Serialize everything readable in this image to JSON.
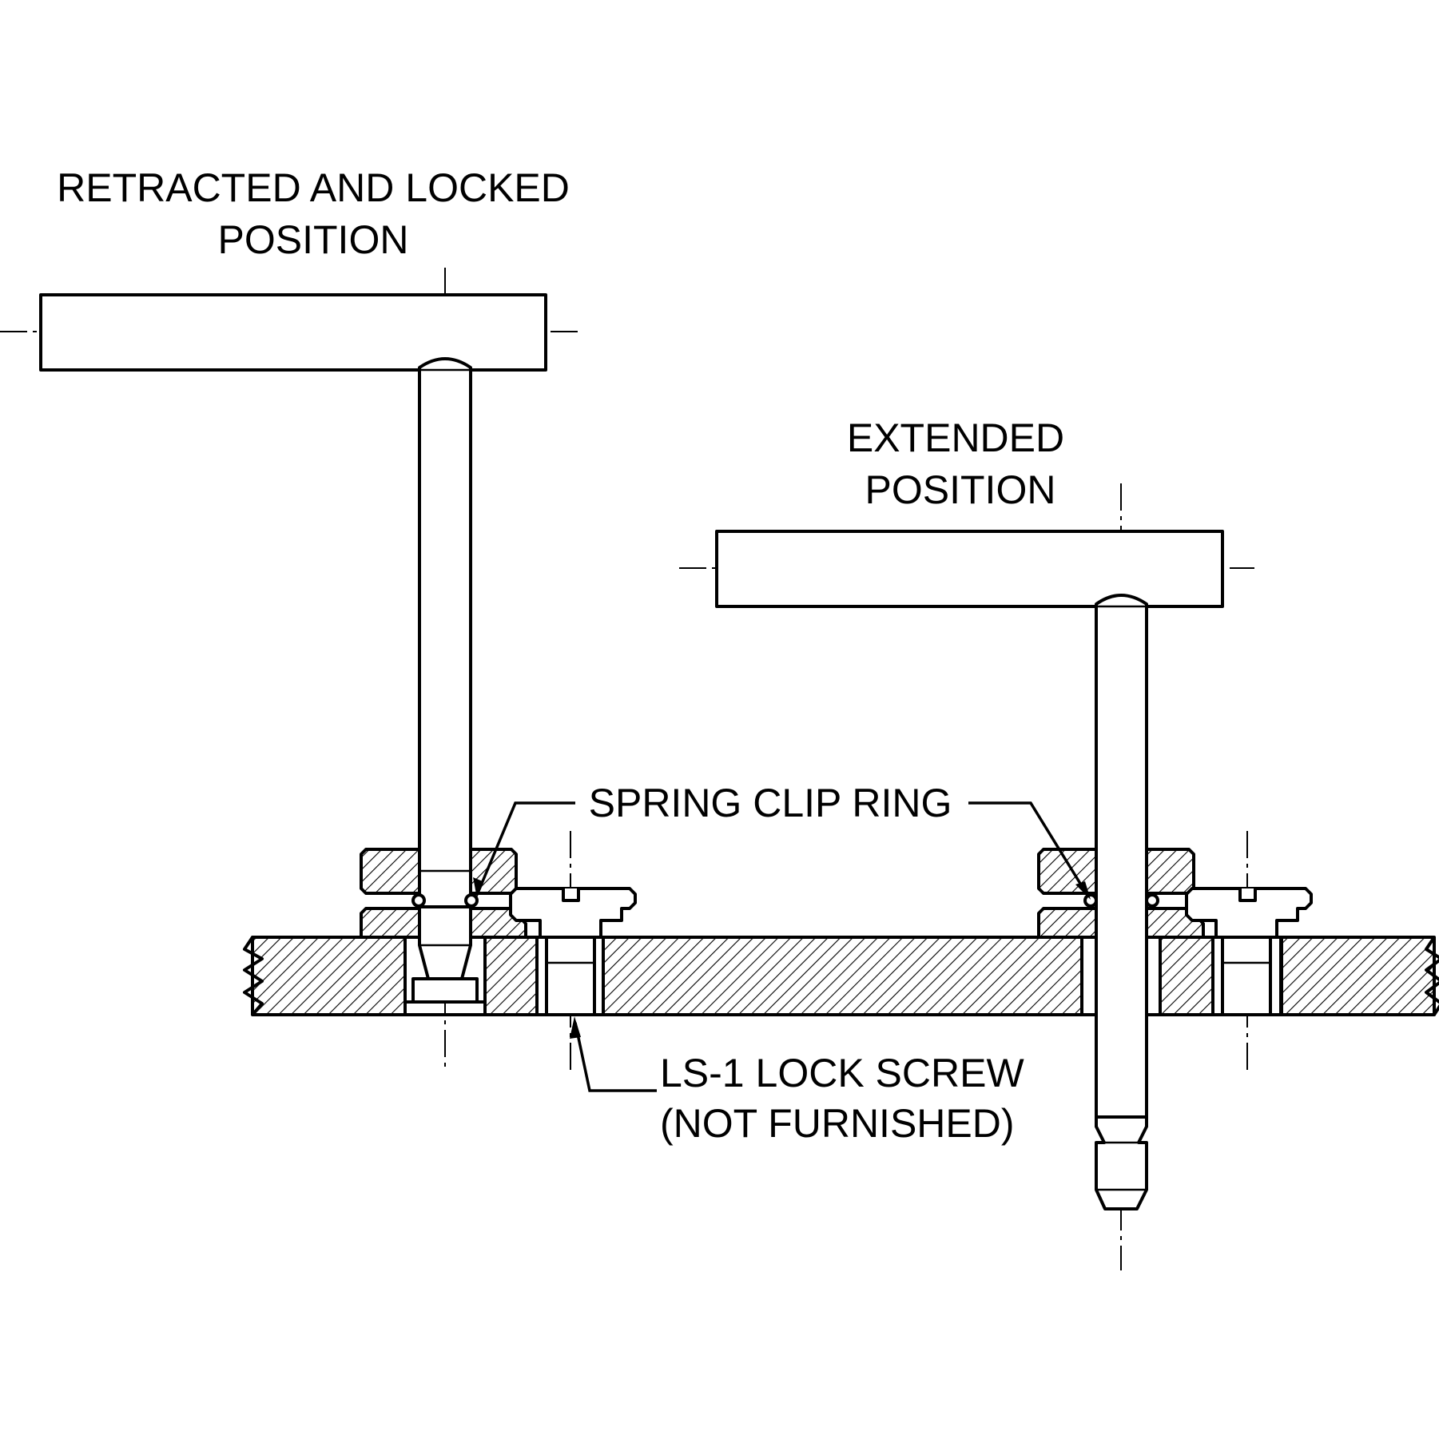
{
  "labels": {
    "retracted_line1": "RETRACTED AND LOCKED",
    "retracted_line2": "POSITION",
    "extended_line1": "EXTENDED",
    "extended_line2": "POSITION",
    "spring_clip": "SPRING CLIP RING",
    "lock_screw_line1": "LS-1 LOCK SCREW",
    "lock_screw_line2": "(NOT FURNISHED)"
  },
  "colors": {
    "ink": "#000000",
    "paper": "#ffffff"
  },
  "icons": {
    "arrowhead": "leader-arrow-icon",
    "break": "break-line-icon"
  }
}
